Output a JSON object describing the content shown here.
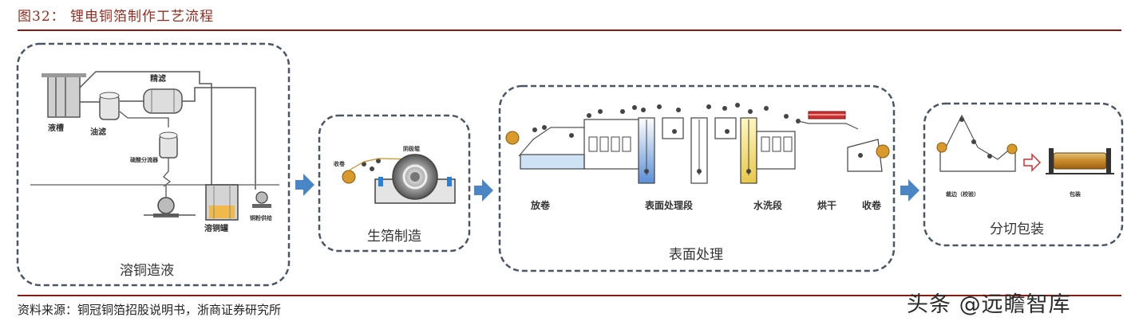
{
  "figure": {
    "title": "图32： 锂电铜箔制作工艺流程",
    "source": "资料来源：铜冠铜箔招股说明书，浙商证券研究所",
    "watermark": "头条 @远瞻智库"
  },
  "stages": [
    {
      "label": "溶铜造液",
      "parts": [
        "液槽",
        "精滤",
        "油滤",
        "溶铜罐"
      ],
      "faint_parts": [
        "硫酸分流器",
        "铜粉供给"
      ]
    },
    {
      "label": "生箔制造",
      "parts": [
        "收卷"
      ],
      "faint_parts": [
        "阴极辊"
      ]
    },
    {
      "label": "表面处理",
      "parts": [
        "放卷",
        "表面处理段",
        "水洗段",
        "烘干",
        "收卷"
      ]
    },
    {
      "label": "分切包装",
      "parts": [
        "裁边（校验）",
        "包装"
      ]
    }
  ],
  "colors": {
    "rule": "#8b1a10",
    "arrow": "#4a86c5",
    "dash": "#4a5566",
    "heater": "#d32f2f"
  }
}
